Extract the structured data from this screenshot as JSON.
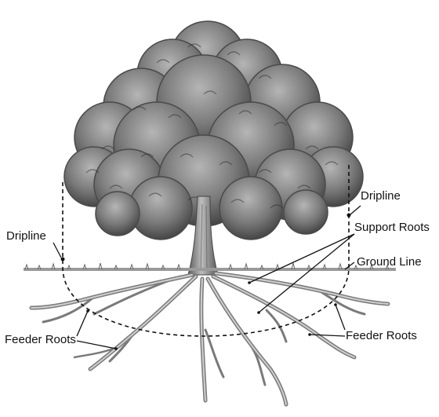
{
  "labels": {
    "dripline_right": "Dripline",
    "dripline_left": "Dripline",
    "support_roots": "Support Roots",
    "ground_line": "Ground Line",
    "feeder_roots_left": "Feeder Roots",
    "feeder_roots_right": "Feeder Roots"
  },
  "colors": {
    "foliage_dark": "#3f3f3f",
    "foliage_mid": "#6e6e6e",
    "foliage_light": "#a9a9a9",
    "trunk": "#8a8a8a",
    "roots": "#9a9a9a",
    "lines": "#111111"
  }
}
